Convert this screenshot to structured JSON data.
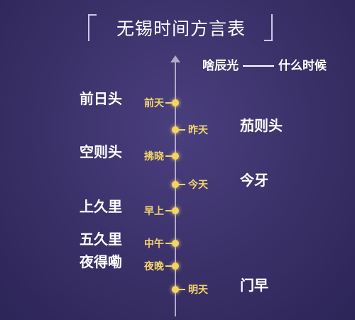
{
  "title": "无锡时间方言表",
  "header": {
    "dialect": "啥辰光",
    "meaning": "什么时候"
  },
  "timeline": [
    {
      "mandarin": "前天",
      "dialect": "前日头",
      "side": "left"
    },
    {
      "mandarin": "昨天",
      "dialect": "茄则头",
      "side": "right"
    },
    {
      "mandarin": "拂晓",
      "dialect": "空则头",
      "side": "left"
    },
    {
      "mandarin": "今天",
      "dialect": "今牙",
      "side": "right"
    },
    {
      "mandarin": "早上",
      "dialect": "上久里",
      "side": "left"
    },
    {
      "mandarin": "中午",
      "dialect": "五久里",
      "side": "left"
    },
    {
      "mandarin": "夜晚",
      "dialect": "夜得嘞",
      "side": "left"
    },
    {
      "mandarin": "明天",
      "dialect": "门早",
      "side": "right"
    }
  ]
}
